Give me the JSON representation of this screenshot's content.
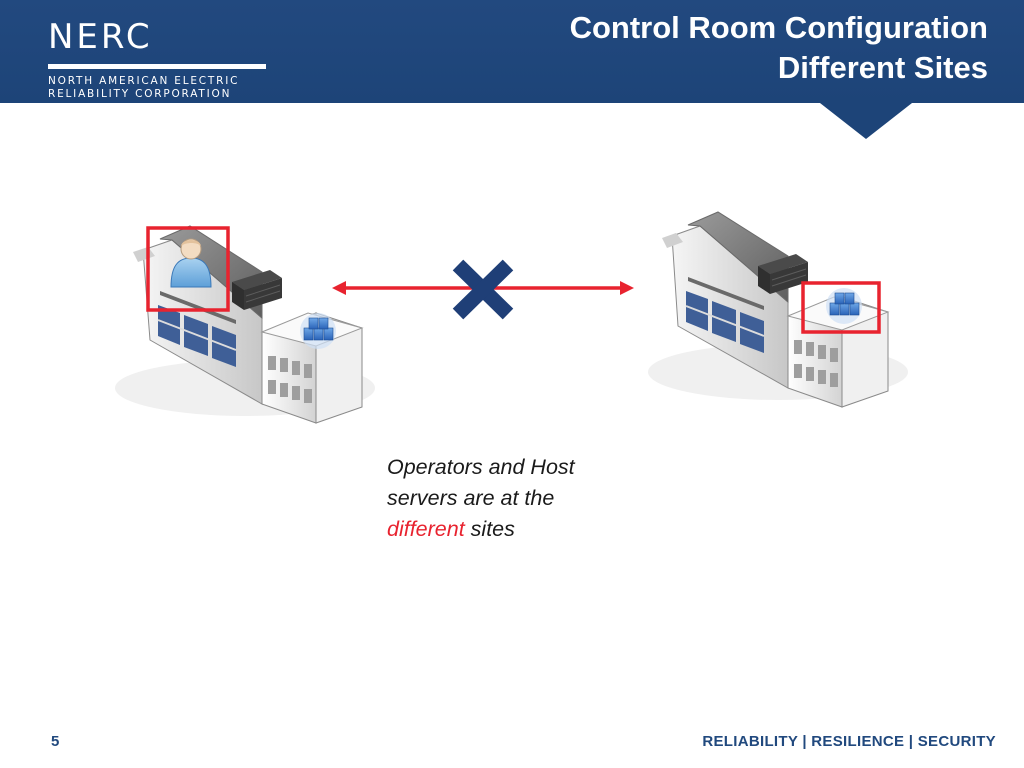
{
  "header": {
    "logo": {
      "word": "NERC",
      "line1": "NORTH AMERICAN ELECTRIC",
      "line2": "RELIABILITY CORPORATION"
    },
    "title_line1": "Control Room Configuration",
    "title_line2": "Different Sites"
  },
  "caption": {
    "line1": "Operators and Host",
    "line2": "servers are at the",
    "highlight": "different",
    "tail": " sites"
  },
  "footer": {
    "page_number": "5",
    "tagline": "RELIABILITY | RESILIENCE | SECURITY"
  },
  "colors": {
    "header_bg": "#1d4478",
    "highlight_box": "#e8232f",
    "link_arrow": "#e8232f",
    "blocked_cross": "#1f3f77"
  },
  "icons": [
    "operator-person-icon",
    "server-stack-icon",
    "rack-device-icon",
    "blocked-x-icon"
  ]
}
